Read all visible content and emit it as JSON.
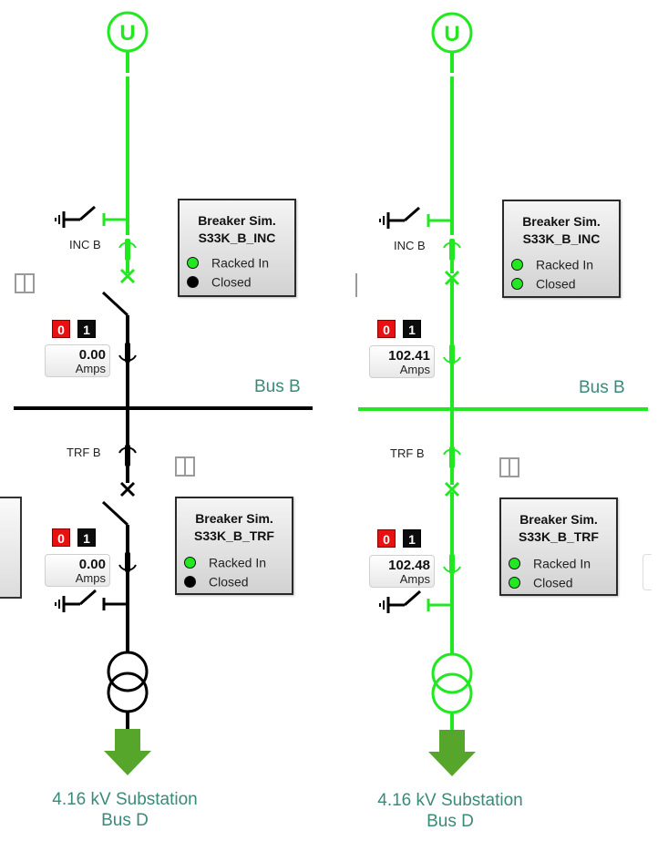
{
  "colors": {
    "energized": "#22e822",
    "deenergized": "#000000",
    "bus_label": "#3a8a78",
    "arrow": "#55a62a",
    "led_on": "#22e822",
    "led_off": "#000000",
    "cmd_open": "#e81010",
    "cmd_close": "#0c0c0c"
  },
  "panels": [
    {
      "id": "left",
      "state": "de-energized",
      "source_symbol": "U",
      "inc_label": "INC B",
      "trf_label": "TRF B",
      "bus_label": "Bus B",
      "dest_line1": "4.16 kV Substation",
      "dest_line2": "Bus D",
      "inc_breaker": {
        "title": "Breaker Sim.",
        "name": "S33K_B_INC",
        "racked_in_label": "Racked In",
        "closed_label": "Closed",
        "racked_in": true,
        "closed": false
      },
      "trf_breaker": {
        "title": "Breaker Sim.",
        "name": "S33K_B_TRF",
        "racked_in_label": "Racked In",
        "closed_label": "Closed",
        "racked_in": true,
        "closed": false
      },
      "inc_controls": {
        "open_label": "0",
        "close_label": "1",
        "amps_value": "0.00",
        "amps_unit": "Amps"
      },
      "trf_controls": {
        "open_label": "0",
        "close_label": "1",
        "amps_value": "0.00",
        "amps_unit": "Amps"
      }
    },
    {
      "id": "right",
      "state": "energized",
      "source_symbol": "U",
      "inc_label": "INC B",
      "trf_label": "TRF B",
      "bus_label": "Bus B",
      "dest_line1": "4.16 kV Substation",
      "dest_line2": "Bus D",
      "inc_breaker": {
        "title": "Breaker Sim.",
        "name": "S33K_B_INC",
        "racked_in_label": "Racked In",
        "closed_label": "Closed",
        "racked_in": true,
        "closed": true
      },
      "trf_breaker": {
        "title": "Breaker Sim.",
        "name": "S33K_B_TRF",
        "racked_in_label": "Racked In",
        "closed_label": "Closed",
        "racked_in": true,
        "closed": true
      },
      "inc_controls": {
        "open_label": "0",
        "close_label": "1",
        "amps_value": "102.41",
        "amps_unit": "Amps"
      },
      "trf_controls": {
        "open_label": "0",
        "close_label": "1",
        "amps_value": "102.48",
        "amps_unit": "Amps"
      }
    }
  ]
}
